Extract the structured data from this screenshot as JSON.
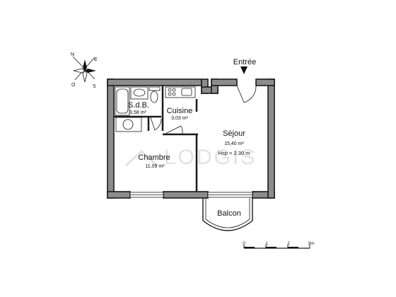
{
  "compass": {
    "north": "N",
    "south": "S",
    "east": "E",
    "west": "O"
  },
  "entrance": {
    "label": "Entrée"
  },
  "rooms": [
    {
      "id": "sdb",
      "name": "S.d.B.",
      "area": "3,58 m²"
    },
    {
      "id": "cuisine",
      "name": "Cuisine",
      "area": "3,03 m²"
    },
    {
      "id": "chambre",
      "name": "Chambre",
      "area": "11,09 m²"
    },
    {
      "id": "sejour",
      "name": "Séjour",
      "area": "15,40 m²",
      "height": "Hsp = 2.30 m"
    }
  ],
  "balcony": {
    "name": "Balcon"
  },
  "watermark": {
    "text": "LODGIS"
  },
  "scale": {
    "ticks": [
      "0",
      "1",
      "2",
      "3m"
    ]
  },
  "colors": {
    "wall": "#8c8c8c",
    "outline": "#1a1a1a",
    "watermark": "#e2e2e2"
  }
}
